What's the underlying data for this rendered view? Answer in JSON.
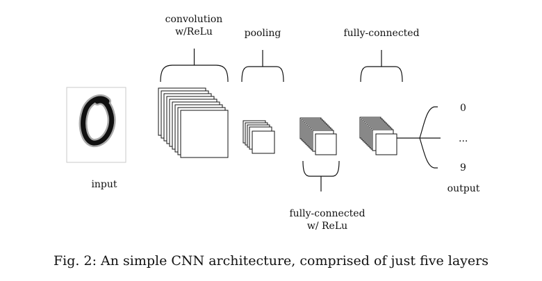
{
  "labels": {
    "conv_line1": "convolution",
    "conv_line2": "w/ReLu",
    "pooling": "pooling",
    "fc_top": "fully-connected",
    "fc_bottom_line1": "fully-connected",
    "fc_bottom_line2": "w/ ReLu",
    "input": "input",
    "output": "output",
    "out_0": "0",
    "out_dots": "...",
    "out_9": "9"
  },
  "caption": "Fig. 2: An simple CNN architecture, comprised of just five layers",
  "input_image_icon": "handwritten-digit-zero-icon"
}
